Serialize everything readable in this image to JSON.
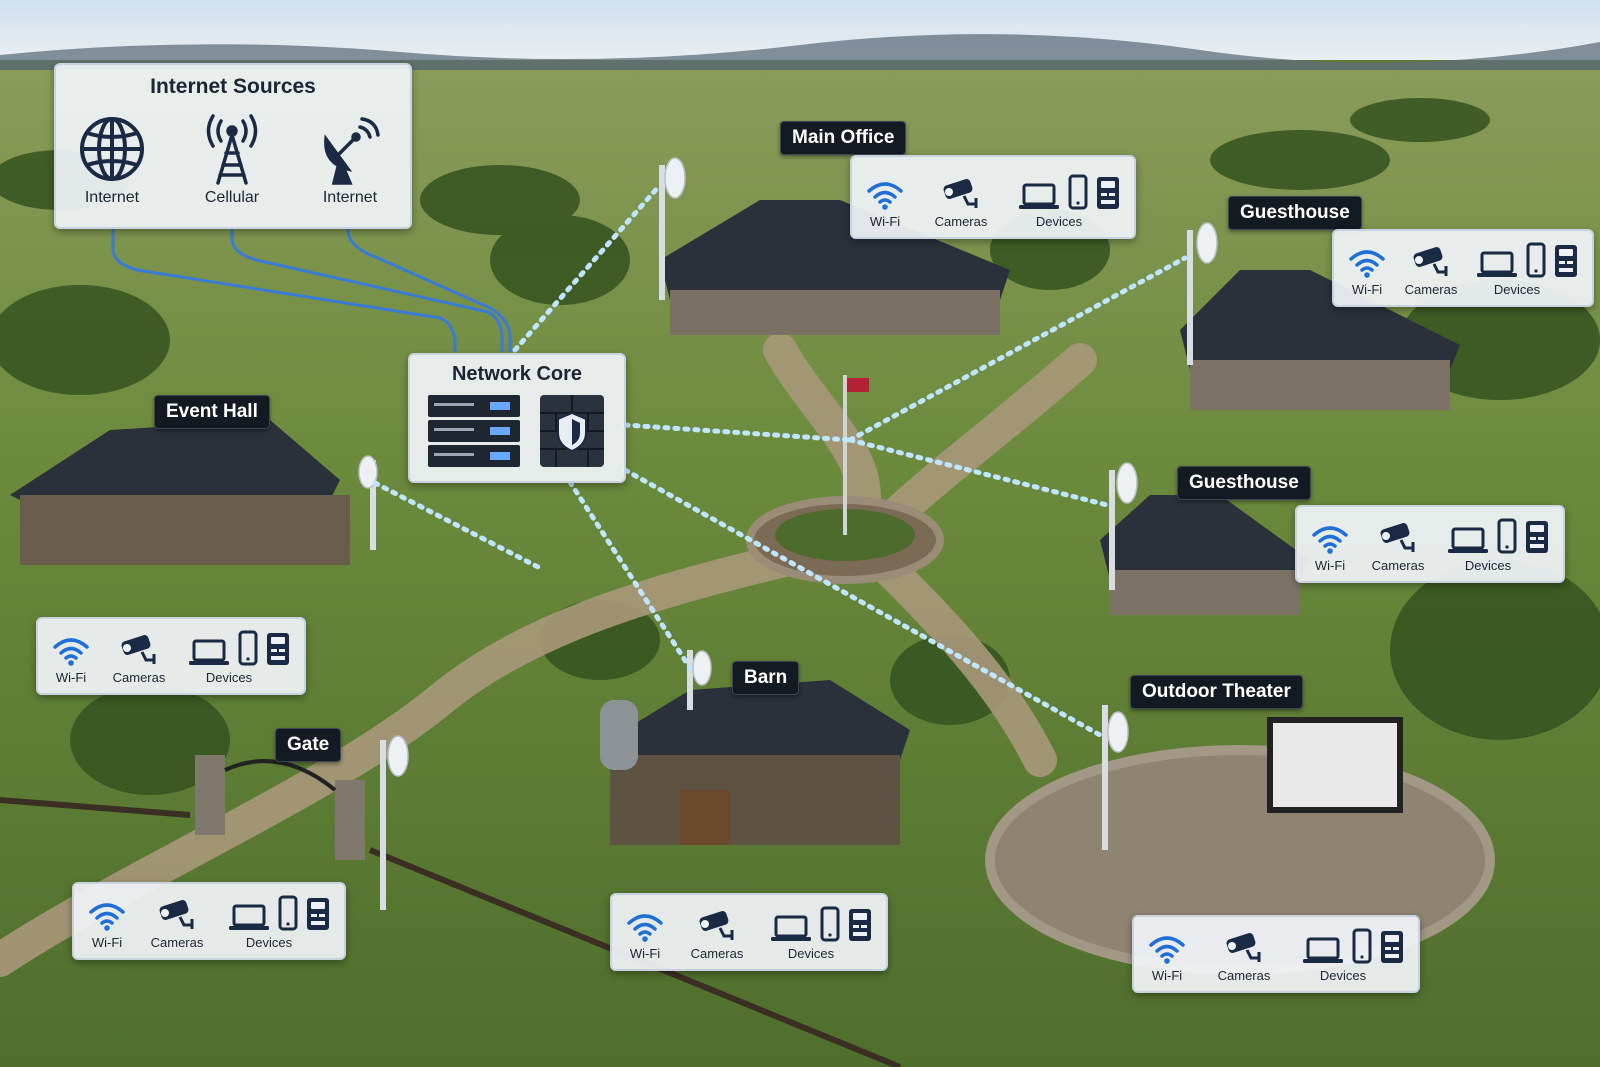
{
  "sources": {
    "title": "Internet Sources",
    "items": [
      {
        "label": "Internet",
        "icon": "globe-icon"
      },
      {
        "label": "Cellular",
        "icon": "cell-tower-icon"
      },
      {
        "label": "Internet",
        "icon": "satellite-dish-icon"
      }
    ]
  },
  "core": {
    "title": "Network Core",
    "icons": [
      "server-rack-icon",
      "firewall-icon"
    ]
  },
  "locations": {
    "main_office": "Main Office",
    "guesthouse_1": "Guesthouse",
    "guesthouse_2": "Guesthouse",
    "event_hall": "Event Hall",
    "barn": "Barn",
    "gate": "Gate",
    "outdoor_theater": "Outdoor Theater"
  },
  "device_panel": {
    "wifi": "Wi-Fi",
    "cameras": "Cameras",
    "devices": "Devices"
  },
  "colors": {
    "link": "#3a7bd5",
    "wireless": "#8fd0ff",
    "panel_bg": "#f0f3f7",
    "label_bg": "#141a22",
    "icon": "#1a2a44"
  }
}
